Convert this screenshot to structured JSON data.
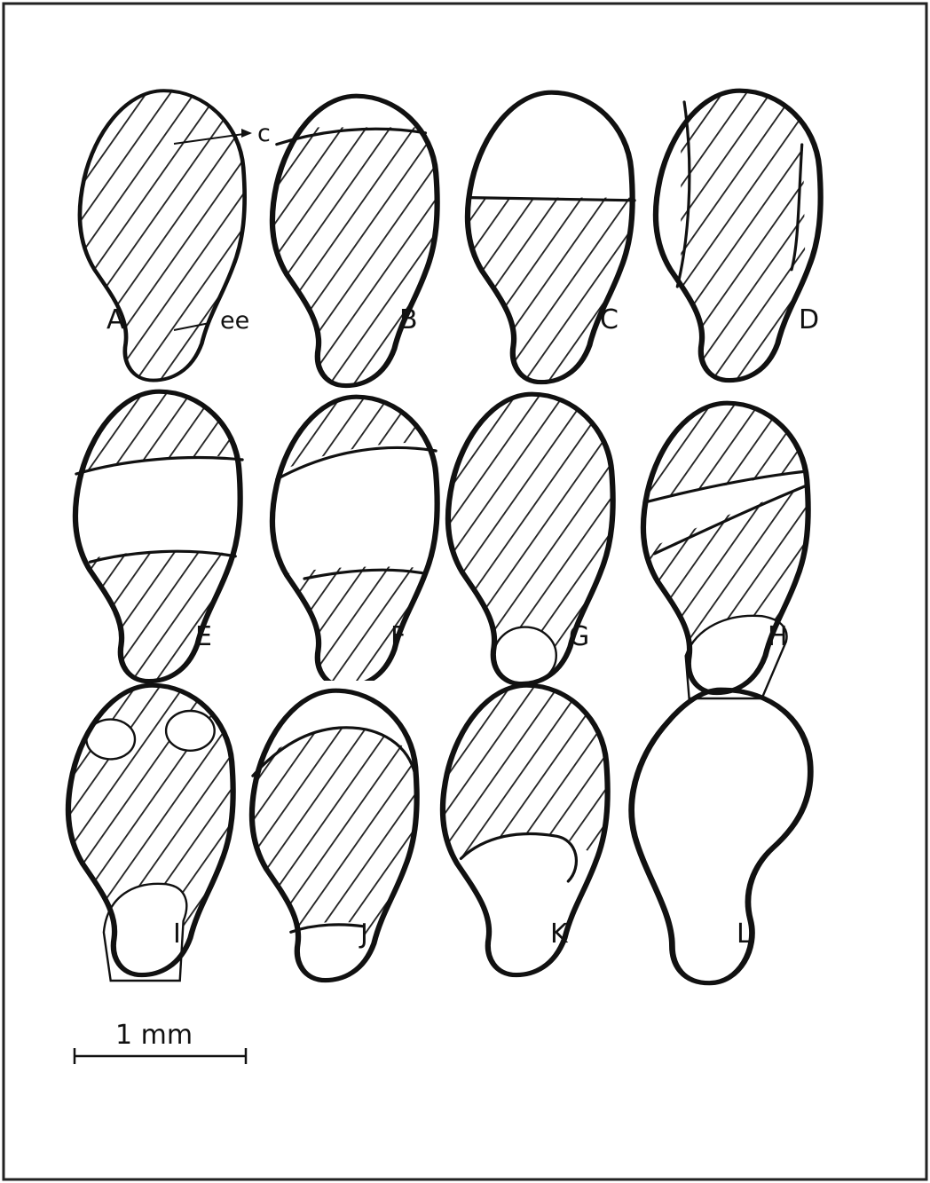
{
  "panels": [
    {
      "label": "A",
      "pattern": "fully hatched"
    },
    {
      "label": "B",
      "pattern": "hatched except top cap"
    },
    {
      "label": "C",
      "pattern": "hatched lower two thirds"
    },
    {
      "label": "D",
      "pattern": "hatched central band, clear sides"
    },
    {
      "label": "E",
      "pattern": "hatched top and bottom, clear middle band"
    },
    {
      "label": "F",
      "pattern": "hatched top and bottom, clear middle band"
    },
    {
      "label": "G",
      "pattern": "hatched except tip"
    },
    {
      "label": "H",
      "pattern": "two hatched bands, clear tip"
    },
    {
      "label": "I",
      "pattern": "hatched with two clear spots and clear tip"
    },
    {
      "label": "J",
      "pattern": "hatched middle, clear cap and tip"
    },
    {
      "label": "K",
      "pattern": "hatched upper part, clear lower part"
    },
    {
      "label": "L",
      "pattern": "unhatched"
    }
  ],
  "annotations": {
    "c": "c",
    "ee": "ee"
  },
  "scale_bar": {
    "label": "1 mm"
  }
}
